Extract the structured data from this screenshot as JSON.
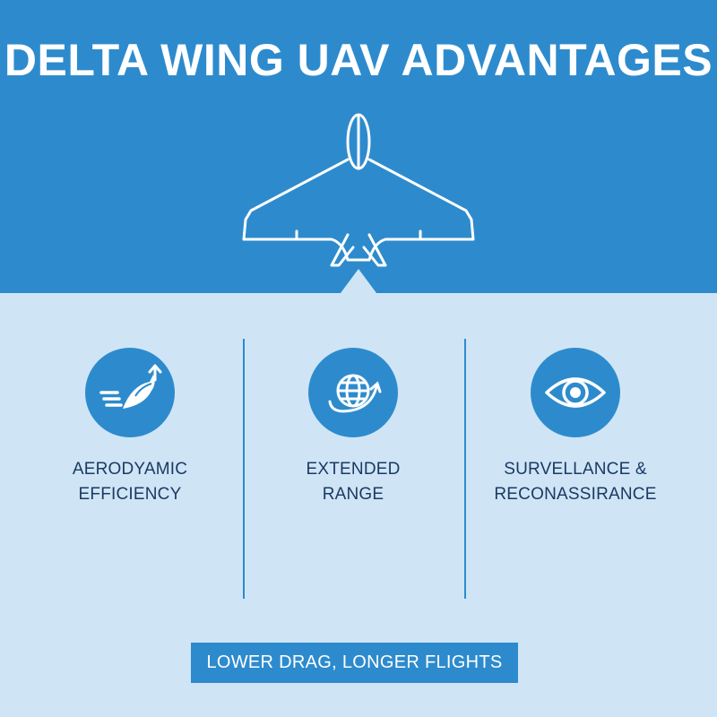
{
  "title": "DELTA WING UAV ADVANTAGES",
  "features": [
    {
      "icon": "speed-bird-icon",
      "line1": "AERODYAMIC",
      "line2": "EFFICIENCY"
    },
    {
      "icon": "globe-arrow-icon",
      "line1": "EXTENDED",
      "line2": "RANGE"
    },
    {
      "icon": "eye-icon",
      "line1": "SURVELLANCE &",
      "line2": "RECONASSIRANCE"
    }
  ],
  "banner": "LOWER DRAG, LONGER FLIGHTS",
  "colors": {
    "primary_blue": "#2d8bcd",
    "light_background": "#cfe5f6",
    "dark_text": "#1b3a63",
    "white": "#ffffff"
  }
}
